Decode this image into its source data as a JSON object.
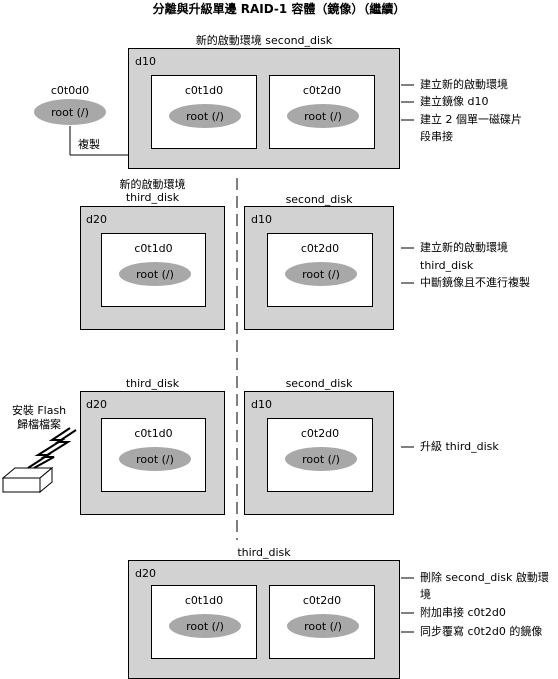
{
  "title": "分離與升級單邊 RAID-1 容體（鏡像）（繼續）",
  "step1": {
    "be_label": "新的啟動環境 second_disk",
    "volume": "d10",
    "source_disk": "c0t0d0",
    "source_root": "root (/)",
    "copy_label": "複製",
    "disk_a": "c0t1d0",
    "disk_b": "c0t2d0",
    "root": "root (/)",
    "notes": [
      "建立新的啟動環境",
      "建立鏡像 d10",
      "建立 2 個單一磁碟片",
      "段串接"
    ]
  },
  "step2": {
    "left_label_1": "新的啟動環境",
    "left_label_2": "third_disk",
    "left_volume": "d20",
    "left_disk": "c0t1d0",
    "right_label": "second_disk",
    "right_volume": "d10",
    "right_disk": "c0t2d0",
    "root": "root (/)",
    "notes": [
      "建立新的啟動環境",
      "third_disk",
      "中斷鏡像且不進行複製"
    ]
  },
  "step3": {
    "install_1": "安裝 Flash",
    "install_2": "歸檔檔案",
    "left_label": "third_disk",
    "left_volume": "d20",
    "left_disk": "c0t1d0",
    "right_label": "second_disk",
    "right_volume": "d10",
    "right_disk": "c0t2d0",
    "root": "root (/)",
    "notes": [
      "升級 third_disk"
    ]
  },
  "step4": {
    "label": "third_disk",
    "volume": "d20",
    "disk_a": "c0t1d0",
    "disk_b": "c0t2d0",
    "root": "root (/)",
    "notes": [
      "刪除 second_disk 啟動環",
      "境",
      "附加串接 c0t2d0",
      "同步覆寫 c0t2d0 的鏡像"
    ]
  }
}
